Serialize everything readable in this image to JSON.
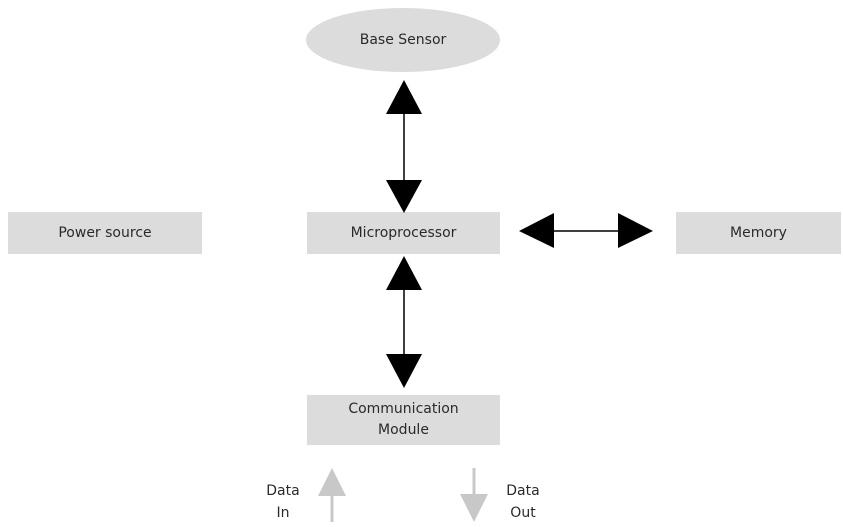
{
  "nodes": {
    "base_sensor": "Base Sensor",
    "power_source": "Power source",
    "microprocessor": "Microprocessor",
    "memory": "Memory",
    "communication_module_line1": "Communication",
    "communication_module_line2": "Module"
  },
  "io": {
    "data_in_line1": "Data",
    "data_in_line2": "In",
    "data_out_line1": "Data",
    "data_out_line2": "Out"
  },
  "colors": {
    "node_fill": "#dcdcdc",
    "arrow_dark": "#000000",
    "arrow_light": "#c8c8c8"
  }
}
